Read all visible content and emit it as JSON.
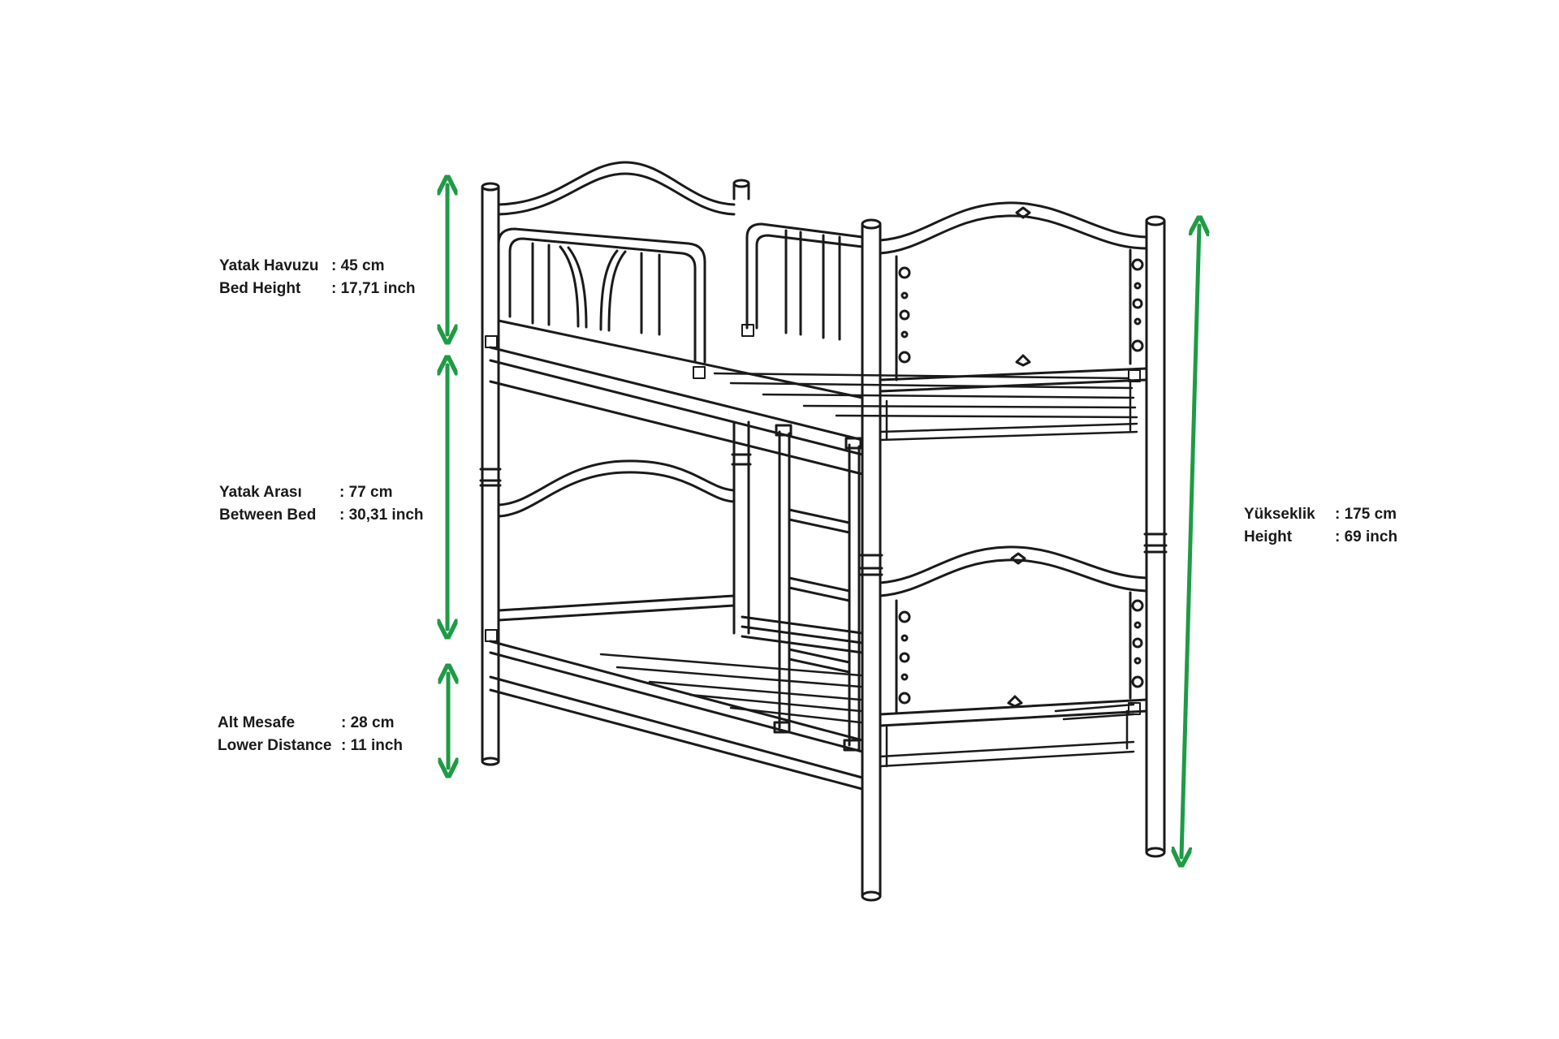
{
  "colors": {
    "arrow": "#1e9b45",
    "line": "#1a1a1a",
    "background": "#ffffff"
  },
  "dimensions": [
    {
      "id": "bed-height",
      "lines": [
        {
          "key": "Yatak Havuzu",
          "value": ": 45 cm"
        },
        {
          "key": "Bed Height",
          "value": ": 17,71 inch"
        }
      ]
    },
    {
      "id": "between-bed",
      "lines": [
        {
          "key": "Yatak Arası",
          "value": ": 77 cm"
        },
        {
          "key": "Between Bed",
          "value": ": 30,31 inch"
        }
      ]
    },
    {
      "id": "lower-distance",
      "lines": [
        {
          "key": "Alt Mesafe",
          "value": ": 28 cm"
        },
        {
          "key": "Lower Distance",
          "value": ": 11 inch"
        }
      ]
    },
    {
      "id": "height",
      "lines": [
        {
          "key": "Yükseklik",
          "value": ":  175 cm"
        },
        {
          "key": "Height",
          "value": ":  69 inch"
        }
      ]
    }
  ]
}
